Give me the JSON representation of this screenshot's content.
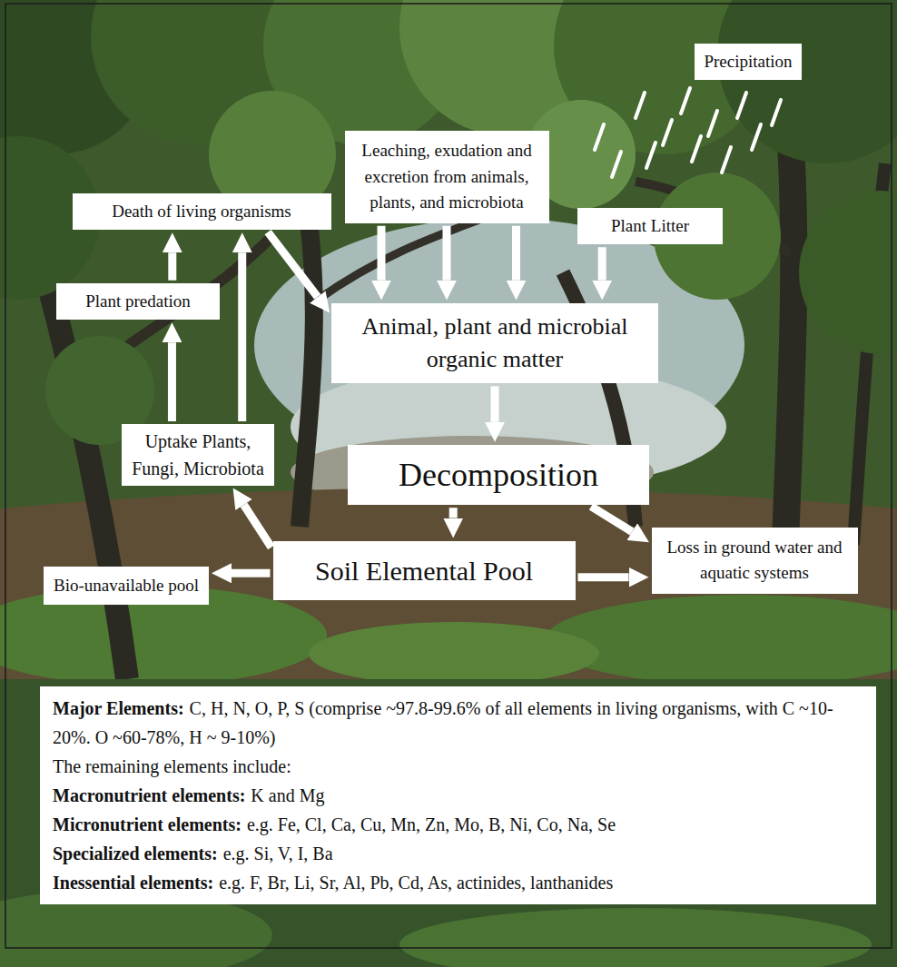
{
  "diagram": {
    "nodes": [
      {
        "text": [
          "Precipitation"
        ]
      },
      {
        "text": [
          "Leaching, exudation and excretion from animals, plants, and microbiota"
        ]
      },
      {
        "text": [
          "Death of living organisms"
        ]
      },
      {
        "text": [
          "Plant Litter"
        ]
      },
      {
        "text": [
          "Plant predation"
        ]
      },
      {
        "text": [
          "Animal, plant and microbial organic matter"
        ]
      },
      {
        "text": [
          "Uptake Plants, Fungi, Microbiota"
        ]
      },
      {
        "text": [
          "Decomposition"
        ]
      },
      {
        "text": [
          "Soil Elemental Pool"
        ]
      },
      {
        "text": [
          "Bio-unavailable pool"
        ]
      },
      {
        "text": [
          "Loss in ground water and aquatic systems"
        ]
      },
      {
        "text": [
          "Major Elements:",
          "C, H, N, O, P, S (comprise ~97.8-99.6% of all elements in living organisms, with C ~10-20%. O ~60-78%, H ~ 9-10%)",
          "The remaining elements include:",
          "Macronutrient elements:",
          "K and Mg",
          "Micronutrient elements:",
          "e.g. Fe, Cl, Ca, Cu, Mn, Zn, Mo, B, Ni, Co, Na, Se",
          "Specialized elements:",
          "e.g. Si, V, I, Ba",
          "Inessential elements:",
          "e.g. F, Br, Li, Sr, Al, Pb, Cd, As, actinides, lanthanides"
        ]
      }
    ],
    "edges": [
      {
        "from": 1,
        "to": 5,
        "arrow": "to"
      },
      {
        "from": 1,
        "to": 5,
        "arrow": "to"
      },
      {
        "from": 1,
        "to": 5,
        "arrow": "to"
      },
      {
        "from": 3,
        "to": 5,
        "arrow": "to"
      },
      {
        "from": 2,
        "to": 5,
        "arrow": "to"
      },
      {
        "from": 5,
        "to": 7,
        "arrow": "to"
      },
      {
        "from": 7,
        "to": 8,
        "arrow": "to"
      },
      {
        "from": 7,
        "to": 10,
        "arrow": "to"
      },
      {
        "from": 8,
        "to": 10,
        "arrow": "to"
      },
      {
        "from": 8,
        "to": 9,
        "arrow": "to"
      },
      {
        "from": 8,
        "to": 6,
        "arrow": "to"
      },
      {
        "from": 6,
        "to": 4,
        "arrow": "to"
      },
      {
        "from": 6,
        "to": 2,
        "arrow": "to"
      },
      {
        "from": 4,
        "to": 2,
        "arrow": "to"
      }
    ]
  }
}
